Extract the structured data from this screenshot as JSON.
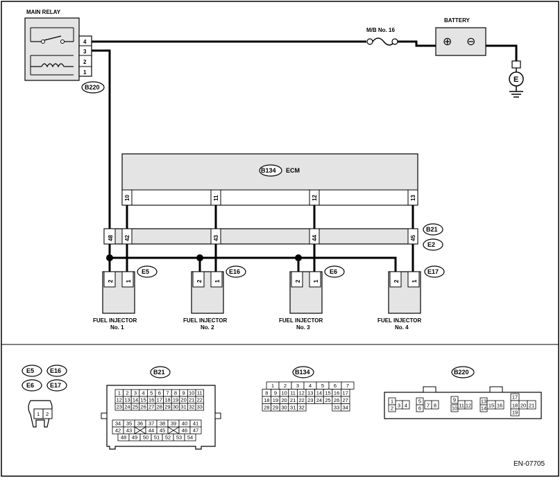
{
  "diagram": {
    "main_relay": {
      "label": "MAIN RELAY",
      "pins": [
        "4",
        "3",
        "2",
        "1"
      ],
      "connector": "B220"
    },
    "fuse": {
      "label": "M/B No. 16"
    },
    "battery": {
      "label": "BATTERY",
      "plus": "⊕",
      "minus": "⊖"
    },
    "ground": {
      "label": "E"
    },
    "ecm": {
      "label": "ECM",
      "connector": "B134",
      "pins": [
        "10",
        "11",
        "12",
        "13"
      ]
    },
    "harness_connector": {
      "labels": [
        "B21",
        "E2"
      ],
      "pins": [
        "48",
        "42",
        "43",
        "44",
        "45"
      ]
    },
    "injectors": [
      {
        "label": "FUEL INJECTOR",
        "number": "No. 1",
        "connector": "E5",
        "pins": [
          "2",
          "1"
        ]
      },
      {
        "label": "FUEL INJECTOR",
        "number": "No. 2",
        "connector": "E16",
        "pins": [
          "2",
          "1"
        ]
      },
      {
        "label": "FUEL INJECTOR",
        "number": "No. 3",
        "connector": "E6",
        "pins": [
          "2",
          "1"
        ]
      },
      {
        "label": "FUEL INJECTOR",
        "number": "No. 4",
        "connector": "E17",
        "pins": [
          "2",
          "1"
        ]
      }
    ],
    "legend": {
      "injector_connectors": [
        "E5",
        "E16",
        "E6",
        "E17"
      ],
      "injector_pins": [
        "1",
        "2"
      ],
      "b21": {
        "label": "B21",
        "rows": [
          [
            "1",
            "2",
            "3",
            "4",
            "5",
            "6",
            "7",
            "8",
            "9",
            "10",
            "11"
          ],
          [
            "12",
            "13",
            "14",
            "15",
            "16",
            "17",
            "18",
            "19",
            "20",
            "21",
            "22"
          ],
          [
            "23",
            "24",
            "25",
            "26",
            "27",
            "28",
            "29",
            "30",
            "31",
            "32",
            "33"
          ]
        ],
        "lower_rows": [
          [
            "34",
            "35",
            "36",
            "37",
            "38",
            "39",
            "40",
            "41"
          ],
          [
            "42",
            "43",
            "",
            "44",
            "45",
            "",
            "46",
            "47"
          ],
          [
            "48",
            "49",
            "50",
            "51",
            "52",
            "53",
            "54"
          ]
        ]
      },
      "b134": {
        "label": "B134",
        "rows": [
          [
            "1",
            "2",
            "3",
            "4",
            "5",
            "6",
            "7"
          ],
          [
            "8",
            "9",
            "10",
            "11",
            "12",
            "13",
            "14",
            "15",
            "16",
            "17"
          ],
          [
            "18",
            "19",
            "20",
            "21",
            "22",
            "23",
            "24",
            "25",
            "26",
            "27"
          ],
          [
            "28",
            "29",
            "30",
            "31",
            "32",
            "",
            "",
            "",
            "33",
            "34"
          ]
        ]
      },
      "b220": {
        "label": "B220",
        "cells": [
          "1",
          "2",
          "3",
          "4",
          "5",
          "6",
          "7",
          "8",
          "9",
          "10",
          "11",
          "12",
          "13",
          "14",
          "15",
          "16",
          "17",
          "18",
          "20",
          "21",
          "19"
        ]
      }
    },
    "figure_code": "EN-07705"
  }
}
